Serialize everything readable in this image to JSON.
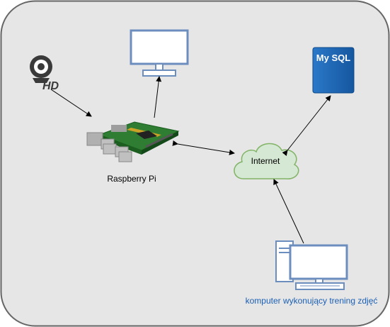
{
  "labels": {
    "raspberry": "Raspberry Pi",
    "internet": "Internet",
    "mysql": "My SQL",
    "pc": "komputer wykonujący trening zdjęć",
    "hd": "HD"
  },
  "icons": {
    "camera": "webcam-hd-icon",
    "monitor": "monitor-icon",
    "raspberry": "raspberry-pi-board-icon",
    "cloud": "cloud-icon",
    "database": "database-icon",
    "pc": "desktop-computer-icon"
  },
  "colors": {
    "panel_fill": "#e6e6e6",
    "panel_stroke": "#666666",
    "monitor_stroke": "#6c8ebf",
    "monitor_fill": "#ffffff",
    "db_fill": "#1c62b0",
    "cloud_fill": "#d5e8d4",
    "cloud_stroke": "#82b366",
    "pc_label": "#1a5fb4"
  }
}
